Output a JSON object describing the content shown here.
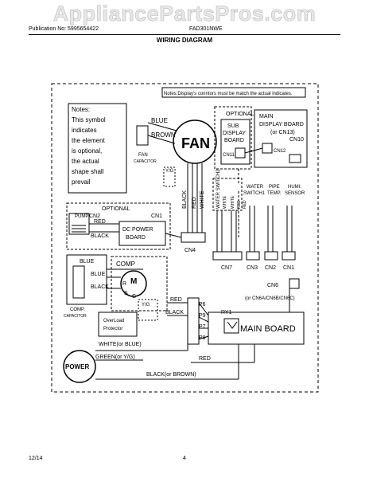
{
  "watermark": "AppliancePartsPros.com",
  "header": {
    "publication": "Publication No: 5995654422",
    "model": "FAD301NWE",
    "title": "WIRING DIAGRAM"
  },
  "diagram": {
    "notes": [
      "Notes:",
      "This symbol",
      "indicates",
      "the element",
      "is optional,",
      "the actual",
      "shape shall",
      "prevail"
    ],
    "display_note": "Notes:Display's conntors must be match the actual indicates.",
    "fan": {
      "label": "FAN",
      "capacitor": [
        "FAN",
        "CAPACITOR"
      ],
      "wires": [
        "BLUE",
        "BROWN",
        "BLACK",
        "RED",
        "WHITE"
      ],
      "ground": "Y/G"
    },
    "optional_sub": "OPTIONAL",
    "sub_display": [
      "SUB",
      "DISPLAY",
      "BOARD"
    ],
    "cn11": "CN11",
    "cn12": "CN12",
    "main_display": [
      "MAIN",
      "DISPLAY BOARD",
      "(or CN13)",
      "CN10"
    ],
    "optional_dc": "OPTIONAL",
    "pump": "PUMP",
    "dc_wires": [
      "RED",
      "BLACK"
    ],
    "dc_cn": [
      "CN2",
      "CN1"
    ],
    "dc_board": [
      "DC POWER",
      "BOARD"
    ],
    "cn4": "CN4",
    "sensors": {
      "water_switch2": "WATER SWITCH2",
      "water_switch1": [
        "WATER",
        "SWITCH1"
      ],
      "pipe_temp": [
        "PIPE",
        "TEMP."
      ],
      "humi_sensor": [
        "HUMI.",
        "SENSOR"
      ],
      "switch_wires": [
        "WHITE",
        "WHITE",
        "RED",
        "RED"
      ]
    },
    "connectors": [
      "CN7",
      "CN3",
      "CN2",
      "CN1"
    ],
    "cn6": "CN6",
    "cn6_alt": "(or CN6A/CN6B/CN6C)",
    "comp": {
      "label": "COMP",
      "wires": [
        "BLUE",
        "BLUE",
        "BLACK"
      ],
      "terminals": [
        "R",
        "S",
        "C"
      ],
      "m": "M",
      "capacitor": [
        "COMP.",
        "CAPACITOR"
      ],
      "overload": [
        "OverLoad",
        "Protector"
      ],
      "ground": "Y/G"
    },
    "relay_wires": [
      "RED",
      "BLACK"
    ],
    "pins": [
      "P6",
      "P9",
      "P7",
      "P8"
    ],
    "ry1": "RY1",
    "main_board": "MAIN BOARD",
    "power": {
      "label": "POWER",
      "white": "WHITE(or BLUE)",
      "green": "GREEN(or Y/G)",
      "black": "BLACK(or BROWN)",
      "red": "RED"
    }
  },
  "footer": {
    "date": "12/14",
    "page": "4"
  }
}
